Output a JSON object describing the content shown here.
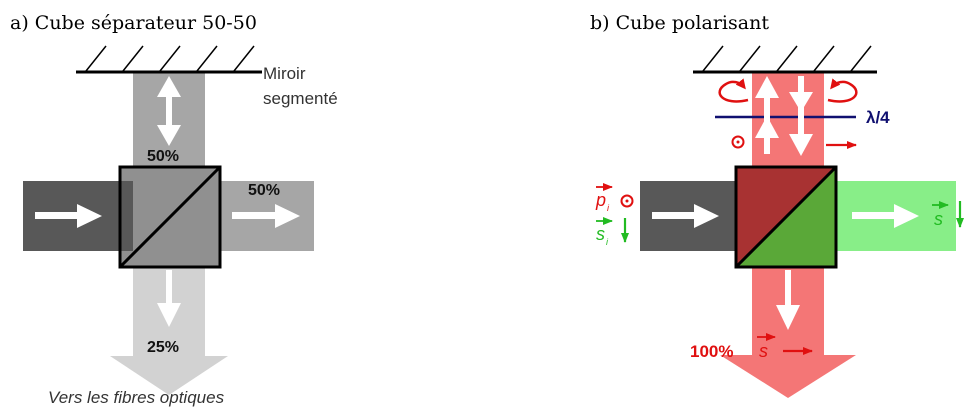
{
  "panel_a": {
    "title": "a) Cube séparateur 50-50",
    "mirror_label_line1": "Miroir",
    "mirror_label_line2": "segmenté",
    "label_top": "50%",
    "label_right": "50%",
    "label_bottom": "25%",
    "caption": "Vers les fibres optiques"
  },
  "panel_b": {
    "title": "b) Cube polarisant",
    "wave_plate_label": "λ/4",
    "input_p_label": "p",
    "input_p_sub": "i",
    "input_s_label": "s",
    "input_s_sub": "i",
    "output_right_label": "s",
    "output_bottom_pct": "100%",
    "output_bottom_label": "s"
  },
  "colors": {
    "dark_beam": "#585858",
    "mid_beam": "#a6a6a6",
    "light_beam": "#d2d2d2",
    "red_beam": "#f47676",
    "green_beam": "#88ee88",
    "overlap_red": "#a83232",
    "overlap_green": "#5aa838",
    "red_text": "#e01010",
    "green_text": "#22bb22",
    "navy": "#101070"
  }
}
